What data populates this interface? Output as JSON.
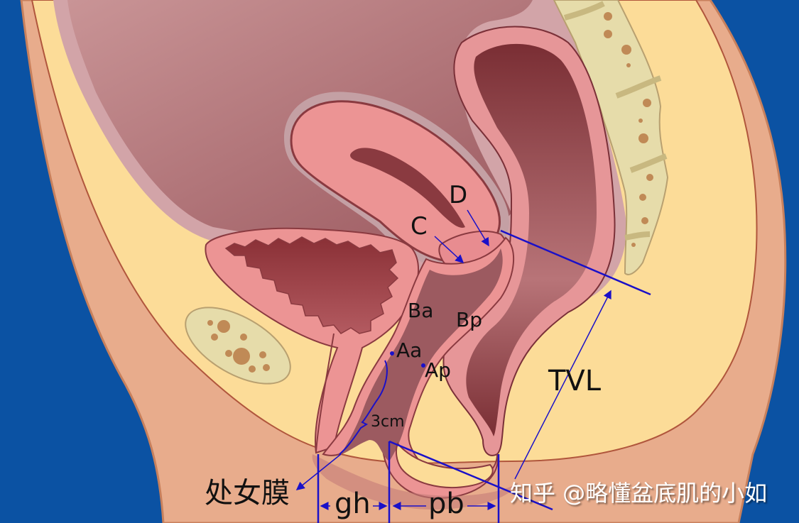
{
  "diagram": {
    "subject": "Female pelvic sagittal section with POP-Q measurement points",
    "colors": {
      "background": "#0b52a3",
      "skin": "#e8ac8c",
      "fat": "#fcdc98",
      "peritoneum": "#d2a4a8",
      "cavity": "#b87478",
      "organ_wall": "#ec9494",
      "lumen": "#8a3a40",
      "bone": "#e6dcaa",
      "bone_spot": "#c08a56",
      "annotation_line": "#1a10c8"
    },
    "labels": {
      "C": "C",
      "D": "D",
      "Ba": "Ba",
      "Bp": "Bp",
      "Aa": "Aa",
      "Ap": "Ap",
      "three_cm": "3cm",
      "TVL": "TVL",
      "hymen": "处女膜",
      "gh": "gh",
      "pb": "pb"
    },
    "watermark": "知乎 @略懂盆底肌的小如"
  }
}
